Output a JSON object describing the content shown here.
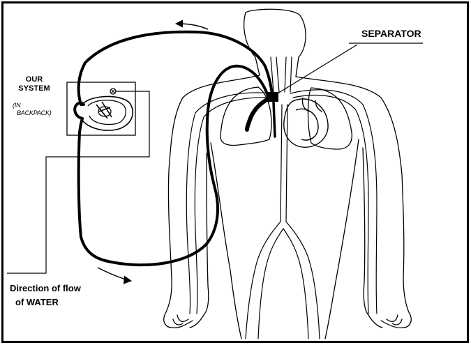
{
  "labels": {
    "system_line1": "OUR",
    "system_line2": "SYSTEM",
    "backpack_line1": "(IN",
    "backpack_line2": "BACKPACK)",
    "separator": "SEPARATOR",
    "flow_line1": "Direction of flow",
    "flow_line2": "of  WATER"
  },
  "colors": {
    "ink": "#000000",
    "background": "#ffffff"
  }
}
